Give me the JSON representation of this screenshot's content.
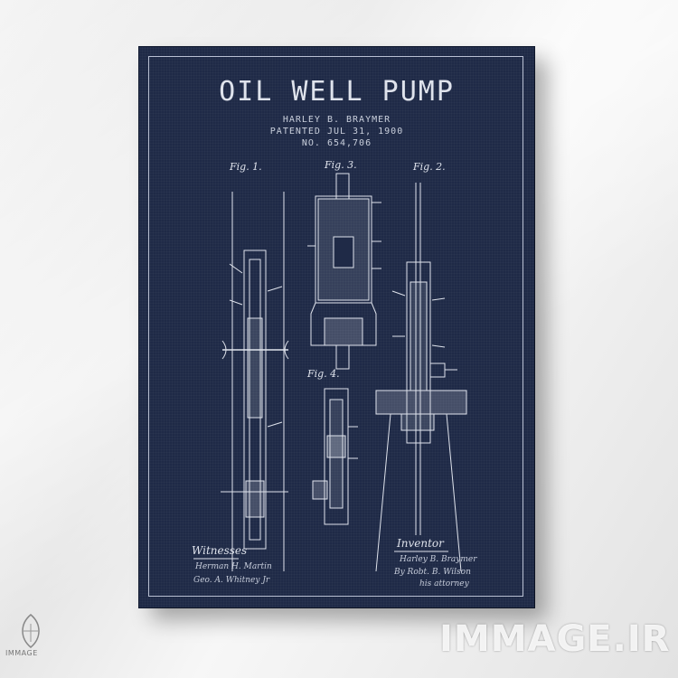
{
  "poster": {
    "title": "OIL WELL PUMP",
    "inventor_line": "HARLEY B. BRAYMER",
    "patent_line": "PATENTED JUL 31, 1900",
    "number_line": "NO. 654,706",
    "fig1": "Fig. 1.",
    "fig2": "Fig. 2.",
    "fig3": "Fig. 3.",
    "fig4": "Fig. 4.",
    "witnesses_label": "Witnesses",
    "witness1": "Herman H. Martin",
    "witness2": "Geo. A. Whitney Jr",
    "inventor_label": "Inventor",
    "inventor_sig": "Harley B. Braymer",
    "attorney_sig": "By Robt. B. Wilson",
    "attorney_role": "his attorney"
  },
  "branding": {
    "watermark": "IMMAGE.IR",
    "logo_text": "IMMAGE"
  },
  "colors": {
    "canvas": "#1f2a47",
    "ink": "#dfe3ec",
    "wall": "#ececec"
  }
}
